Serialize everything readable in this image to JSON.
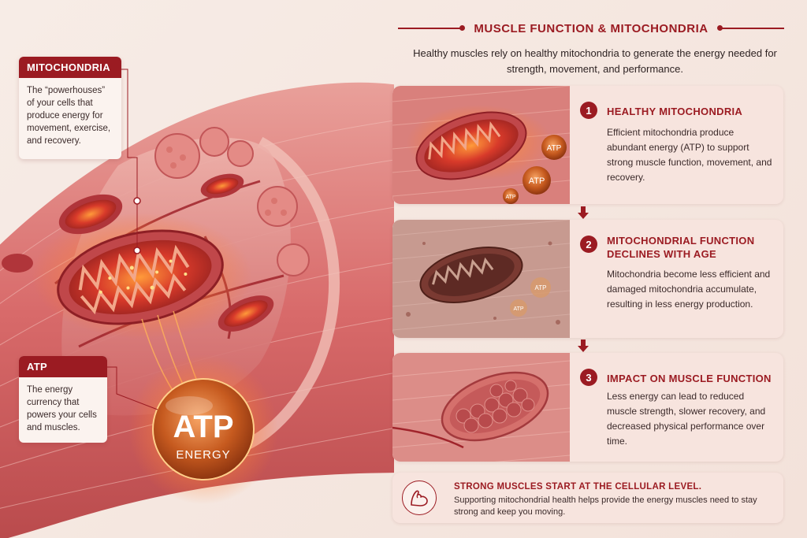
{
  "header": {
    "title": "MUSCLE FUNCTION & MITOCHONDRIA",
    "intro": "Healthy muscles rely on healthy mitochondria to generate the energy needed for strength, movement, and performance."
  },
  "callouts": {
    "mitochondria": {
      "title": "MITOCHONDRIA",
      "text": "The “powerhouses” of your cells that produce energy for movement, exercise, and recovery."
    },
    "atp": {
      "title": "ATP",
      "text": "The energy currency that powers your cells and muscles."
    }
  },
  "atp_sphere": {
    "label": "ATP",
    "sublabel": "ENERGY"
  },
  "steps": [
    {
      "number": "1",
      "title": "HEALTHY MITOCHONDRIA",
      "description": "Efficient mitochondria produce abundant energy (ATP) to support strong muscle function, movement, and recovery.",
      "bubble_label": "ATP"
    },
    {
      "number": "2",
      "title": "MITOCHONDRIAL FUNCTION DECLINES WITH AGE",
      "description": "Mitochondria become less efficient and damaged mitochondria accumulate, resulting in less energy production.",
      "bubble_label": "ATP"
    },
    {
      "number": "3",
      "title": "IMPACT ON MUSCLE FUNCTION",
      "description": "Less energy can lead to reduced muscle strength, slower recovery, and decreased physical performance over time."
    }
  ],
  "footer": {
    "title": "STRONG MUSCLES START AT THE CELLULAR LEVEL.",
    "text": "Supporting mitochondrial health helps provide the energy muscles need to stay strong and keep you moving.",
    "icon": "flexed-arm-icon"
  },
  "colors": {
    "accent": "#9b1b22",
    "card_bg": "#f7e4de",
    "page_bg": "#f7ece6",
    "atp_orange": "#e07a2a"
  }
}
